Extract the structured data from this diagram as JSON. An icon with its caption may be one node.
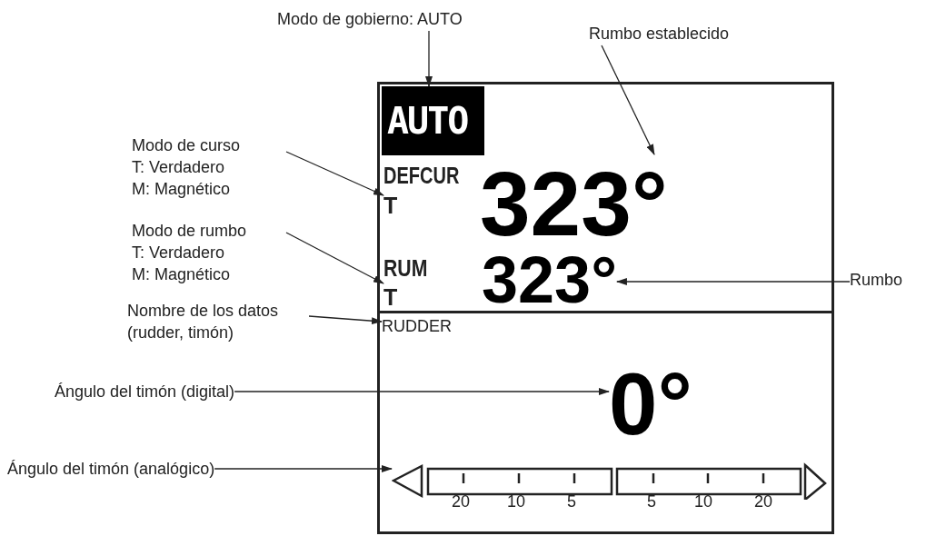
{
  "diagram": {
    "nodes": [
      {
        "text": [],
        "shape": "box"
      },
      {
        "text": [
          "AUTO"
        ],
        "in": 0
      },
      {
        "text": [
          "DEFCUR"
        ],
        "in": 0
      },
      {
        "text": [
          "T"
        ],
        "in": 0
      },
      {
        "text": [
          "323°"
        ],
        "in": 0
      },
      {
        "text": [
          "RUM"
        ],
        "in": 0
      },
      {
        "text": [
          "T"
        ],
        "in": 0
      },
      {
        "text": [
          "323°"
        ],
        "in": 0
      },
      {
        "text": [
          "RUDDER"
        ],
        "in": 0
      },
      {
        "text": [
          "0°"
        ],
        "in": 0
      },
      {
        "text": [],
        "shape": "bar",
        "in": 0
      },
      {
        "text": [
          "Modo de gobierno: AUTO"
        ]
      },
      {
        "text": [
          "Rumbo establecido"
        ]
      },
      {
        "text": [
          "Modo de curso",
          "T: Verdadero",
          "M: Magnético"
        ]
      },
      {
        "text": [
          "Modo de rumbo",
          "T: Verdadero",
          "M: Magnético"
        ]
      },
      {
        "text": [
          "Nombre de los datos (rudder, timón)"
        ]
      },
      {
        "text": [
          "Rumbo"
        ]
      },
      {
        "text": [
          "Ángulo del timón (digital)"
        ]
      },
      {
        "text": [
          "Ángulo del timón (analógico)"
        ]
      }
    ],
    "edges": [
      {
        "from": 11,
        "to": 1,
        "arrow": "to"
      },
      {
        "from": 12,
        "to": 4,
        "arrow": "to"
      },
      {
        "from": 13,
        "to": 3,
        "arrow": "to"
      },
      {
        "from": 14,
        "to": 6,
        "arrow": "to"
      },
      {
        "from": 15,
        "to": 8,
        "arrow": "to"
      },
      {
        "from": 16,
        "to": 7,
        "arrow": "to"
      },
      {
        "from": 17,
        "to": 9,
        "arrow": "to"
      },
      {
        "from": 18,
        "to": 10,
        "arrow": "to"
      }
    ],
    "labels": [
      "20",
      "10",
      "5",
      "5",
      "10",
      "20"
    ]
  }
}
